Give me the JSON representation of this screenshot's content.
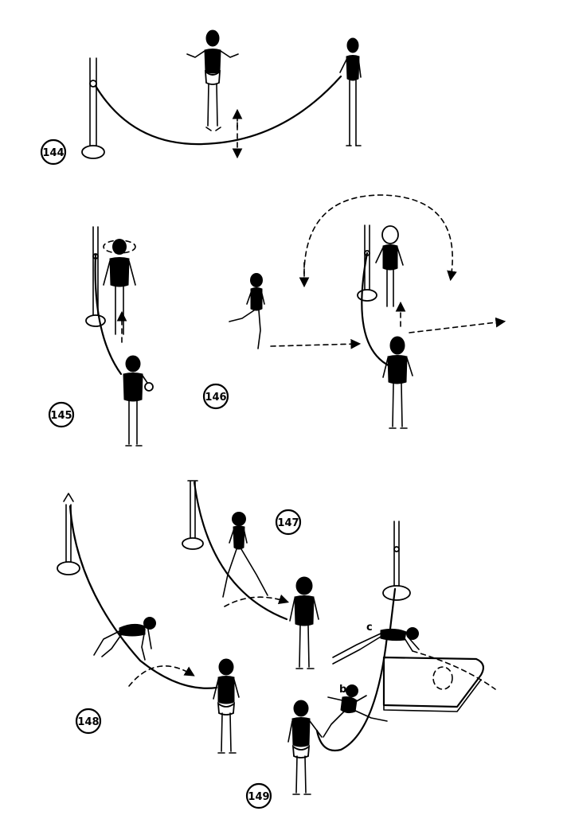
{
  "figures": [
    {
      "id": "144",
      "label": "144"
    },
    {
      "id": "145",
      "label": "145"
    },
    {
      "id": "146",
      "label": "146"
    },
    {
      "id": "147",
      "label": "147"
    },
    {
      "id": "148",
      "label": "148"
    },
    {
      "id": "149",
      "label": "149"
    }
  ],
  "annotations": {
    "b": "b",
    "c": "c"
  }
}
